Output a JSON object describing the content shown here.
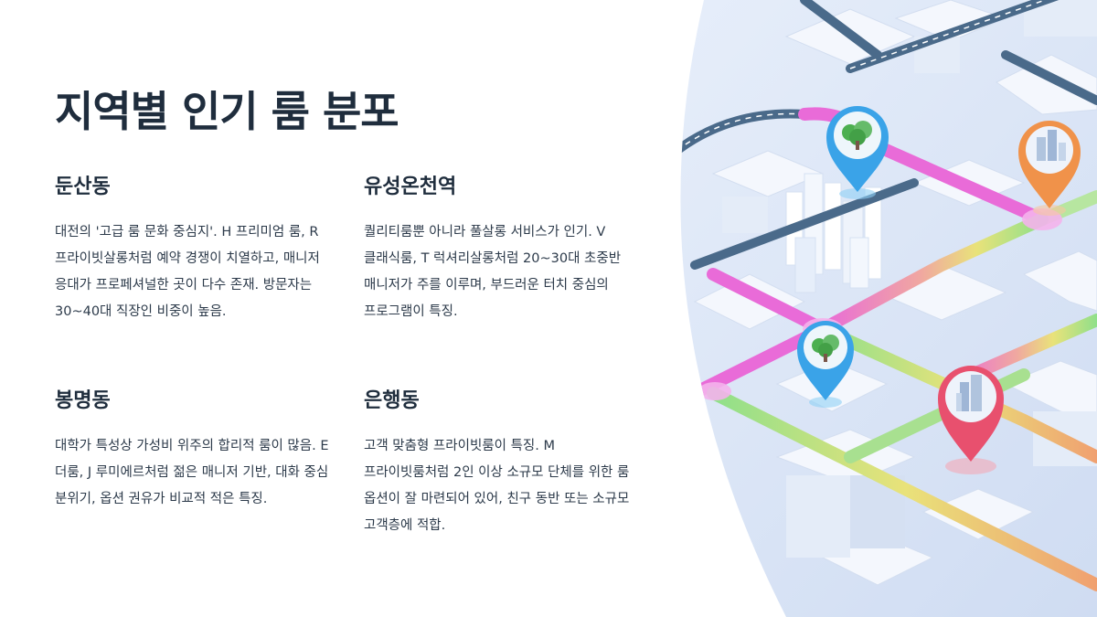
{
  "slide": {
    "title": "지역별 인기 룸 분포"
  },
  "sections": [
    {
      "heading": "둔산동",
      "body": "대전의 '고급 룸 문화 중심지'. H 프리미엄 룸, R 프라이빗살롱처럼 예약 경쟁이 치열하고, 매니저 응대가 프로페셔널한 곳이 다수 존재. 방문자는 30~40대 직장인 비중이 높음."
    },
    {
      "heading": "유성온천역",
      "body": "퀄리티룸뿐 아니라 풀살롱 서비스가 인기. V 클래식룸, T 럭셔리살롱처럼 20~30대 초중반 매니저가 주를 이루며, 부드러운 터치 중심의 프로그램이 특징."
    },
    {
      "heading": "봉명동",
      "body": "대학가 특성상 가성비 위주의 합리적 룸이 많음. E 더룸, J 루미에르처럼 젊은 매니저 기반, 대화 중심 분위기, 옵션 권유가 비교적 적은 특징."
    },
    {
      "heading": "은행동",
      "body": "고객 맞춤형 프라이빗룸이 특징. M 프라이빗룸처럼 2인 이상 소규모 단체를 위한 룸 옵션이 잘 마련되어 있어, 친구 동반 또는 소규모 고객층에 적합."
    }
  ],
  "illustration": {
    "icons": [
      "tree-pin-icon",
      "building-pin-icon",
      "tree-pin-icon",
      "tower-pin-icon"
    ],
    "colors": {
      "background": "#dde8f7",
      "road_pink": "#e96bd8",
      "road_yellow": "#e9e27a",
      "road_green": "#8fe08a",
      "road_blue": "#4a6a8a",
      "pin_blue": "#3aa3e8",
      "pin_orange": "#f0924a",
      "pin_red": "#e8506e"
    }
  }
}
